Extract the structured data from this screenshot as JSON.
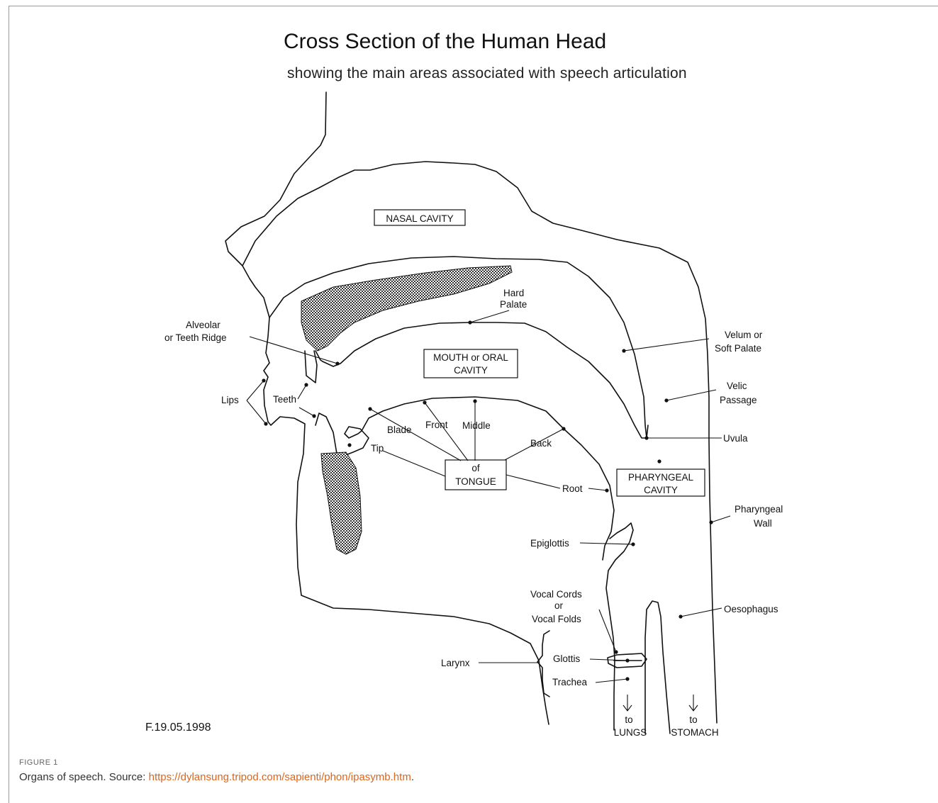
{
  "title": "Cross Section of the Human Head",
  "subtitle": "showing the main areas associated with speech articulation",
  "boxes": {
    "nasal": "NASAL CAVITY",
    "oral_line1": "MOUTH or ORAL",
    "oral_line2": "CAVITY",
    "tongue_line1": "of",
    "tongue_line2": "TONGUE",
    "pharyngeal_line1": "PHARYNGEAL",
    "pharyngeal_line2": "CAVITY"
  },
  "labels": {
    "alveolar_line1": "Alveolar",
    "alveolar_line2": "or Teeth Ridge",
    "hard_palate_line1": "Hard",
    "hard_palate_line2": "Palate",
    "velum_line1": "Velum or",
    "velum_line2": "Soft Palate",
    "velic_line1": "Velic",
    "velic_line2": "Passage",
    "uvula": "Uvula",
    "lips": "Lips",
    "teeth": "Teeth",
    "blade": "Blade",
    "front": "Front",
    "middle": "Middle",
    "back": "Back",
    "tip": "Tip",
    "root": "Root",
    "pharyngeal_wall_line1": "Pharyngeal",
    "pharyngeal_wall_line2": "Wall",
    "epiglottis": "Epiglottis",
    "vocal_cords_line1": "Vocal Cords",
    "vocal_cords_line2": "or",
    "vocal_cords_line3": "Vocal Folds",
    "oesophagus": "Oesophagus",
    "larynx": "Larynx",
    "glottis": "Glottis",
    "trachea": "Trachea",
    "to_lungs_line1": "to",
    "to_lungs_line2": "LUNGS",
    "to_stomach_line1": "to",
    "to_stomach_line2": "STOMACH",
    "date": "F.19.05.1998"
  },
  "caption": {
    "label": "FIGURE 1",
    "text": "Organs of speech. Source: ",
    "link": "https://dylansung.tripod.com/sapienti/phon/ipasymb.htm",
    "end": "."
  }
}
